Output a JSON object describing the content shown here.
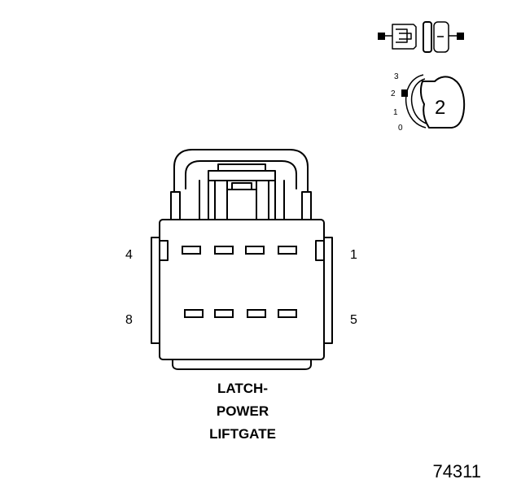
{
  "connector": {
    "caption_lines": [
      "LATCH-",
      "POWER",
      "LIFTGATE"
    ],
    "pin_labels": {
      "top_left": "4",
      "top_right": "1",
      "bottom_left": "8",
      "bottom_right": "5"
    }
  },
  "lock_indicator": {
    "position_value": "2",
    "scale_labels": [
      "3",
      "2",
      "1",
      "0"
    ]
  },
  "figure_number": "74311"
}
